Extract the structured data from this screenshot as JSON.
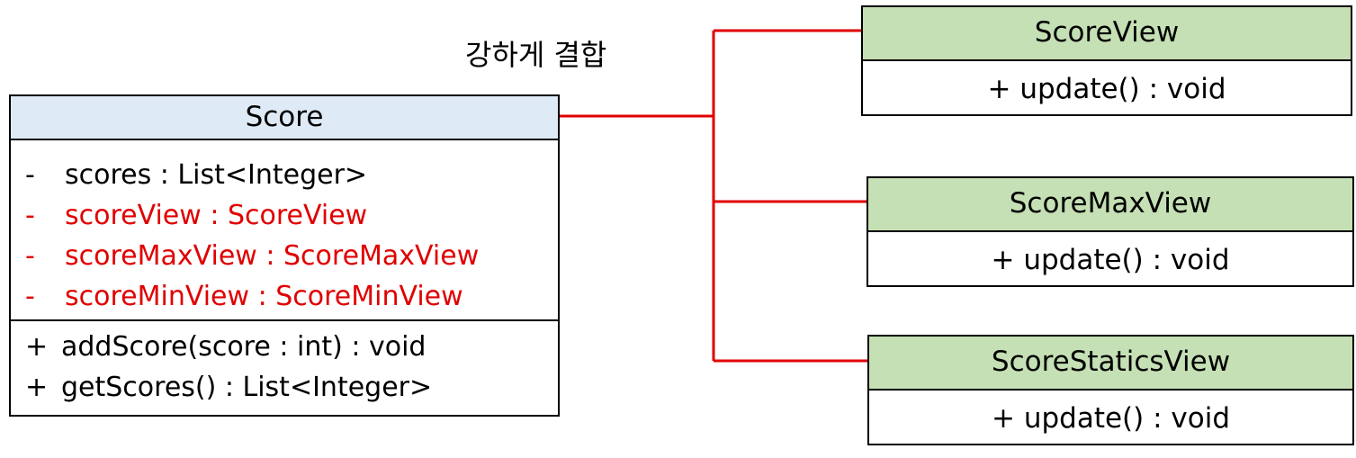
{
  "colors": {
    "connector": "#e00000",
    "score_header": "#deeaf6",
    "view_header": "#c5e0b4",
    "highlight_text": "#e00000",
    "border": "#000000"
  },
  "label": "강하게 결합",
  "score": {
    "name": "Score",
    "attributes": [
      {
        "vis": "-",
        "text": "scores : List<Integer>",
        "highlight": false
      },
      {
        "vis": "-",
        "text": "scoreView : ScoreView",
        "highlight": true
      },
      {
        "vis": "-",
        "text": "scoreMaxView : ScoreMaxView",
        "highlight": true
      },
      {
        "vis": "-",
        "text": "scoreMinView : ScoreMinView",
        "highlight": true
      }
    ],
    "operations": [
      {
        "vis": "+",
        "text": "addScore(score : int) : void"
      },
      {
        "vis": "+",
        "text": "getScores() : List<Integer>"
      }
    ]
  },
  "views": [
    {
      "name": "ScoreView",
      "method": "+  update() : void"
    },
    {
      "name": "ScoreMaxView",
      "method": "+  update() : void"
    },
    {
      "name": "ScoreStaticsView",
      "method": "+  update() : void"
    }
  ]
}
